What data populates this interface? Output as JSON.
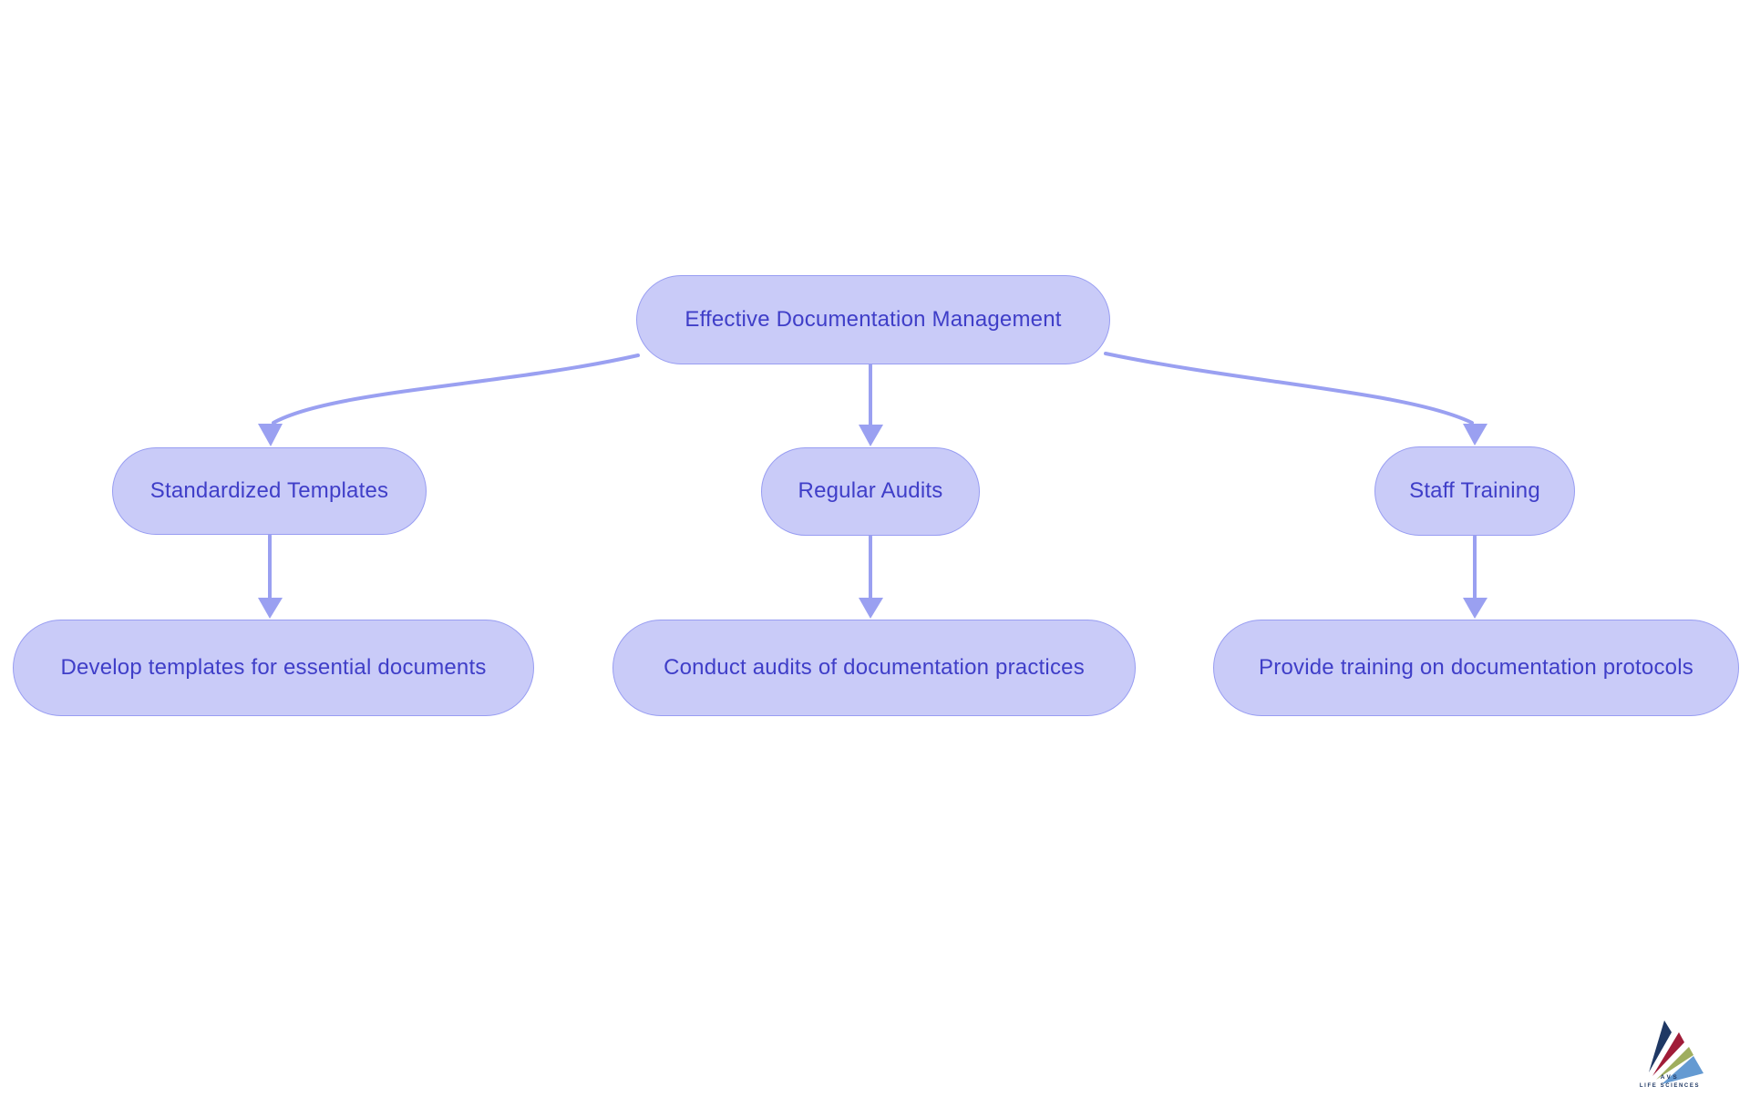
{
  "diagram": {
    "root": {
      "label": "Effective Documentation Management"
    },
    "level1": [
      {
        "label": "Standardized Templates"
      },
      {
        "label": "Regular Audits"
      },
      {
        "label": "Staff Training"
      }
    ],
    "level2": [
      {
        "label": "Develop templates for essential documents"
      },
      {
        "label": "Conduct audits of documentation practices"
      },
      {
        "label": "Provide training on documentation protocols"
      }
    ]
  },
  "logo": {
    "line1": "AVS",
    "line2": "LIFE SCIENCES"
  },
  "colors": {
    "background": "#ffffff",
    "node_fill": "#c9cbf8",
    "node_border": "#989df2",
    "node_text": "#3f3ec8",
    "edge": "#9aa0f1",
    "logo_navy": "#1f3864",
    "logo_red": "#a01c38",
    "logo_green": "#9fae5e",
    "logo_blue": "#649ad2"
  }
}
